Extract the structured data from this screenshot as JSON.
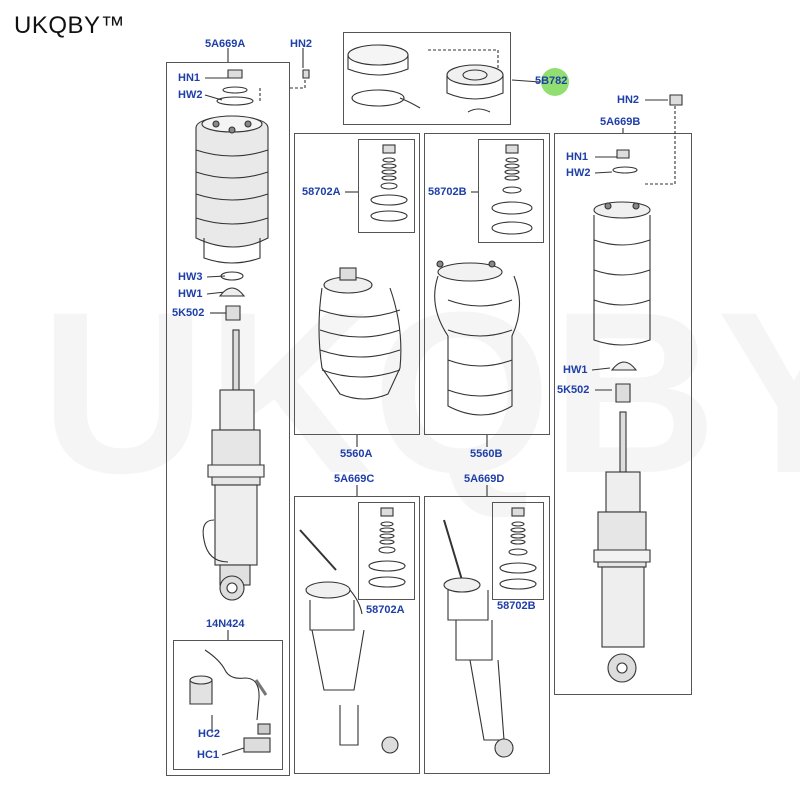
{
  "brand": "UKQBY™",
  "watermark": "UKQBY™",
  "highlight_color": "#7ed957",
  "label_color": "#1f3fa8",
  "labels": {
    "front_left_assembly": "5A669A",
    "front_left_hn2": "HN2",
    "fl_hn1": "HN1",
    "fl_hw2": "HW2",
    "fl_hw3": "HW3",
    "fl_hw1": "HW1",
    "fl_5k502": "5K502",
    "sensor_kit": "14N424",
    "sensor_hc2": "HC2",
    "sensor_hc1": "HC1",
    "top_kit": "5B782",
    "kit_a": "58702A",
    "kit_b": "58702B",
    "airspring_a": "5560A",
    "airspring_b": "5560B",
    "shock_c": "5A669C",
    "shock_c_kit": "58702A",
    "shock_d": "5A669D",
    "shock_d_kit": "58702B",
    "right_hn2": "HN2",
    "right_assembly": "5A669B",
    "r_hn1": "HN1",
    "r_hw2": "HW2",
    "r_hw1": "HW1",
    "r_5k502": "5K502"
  }
}
